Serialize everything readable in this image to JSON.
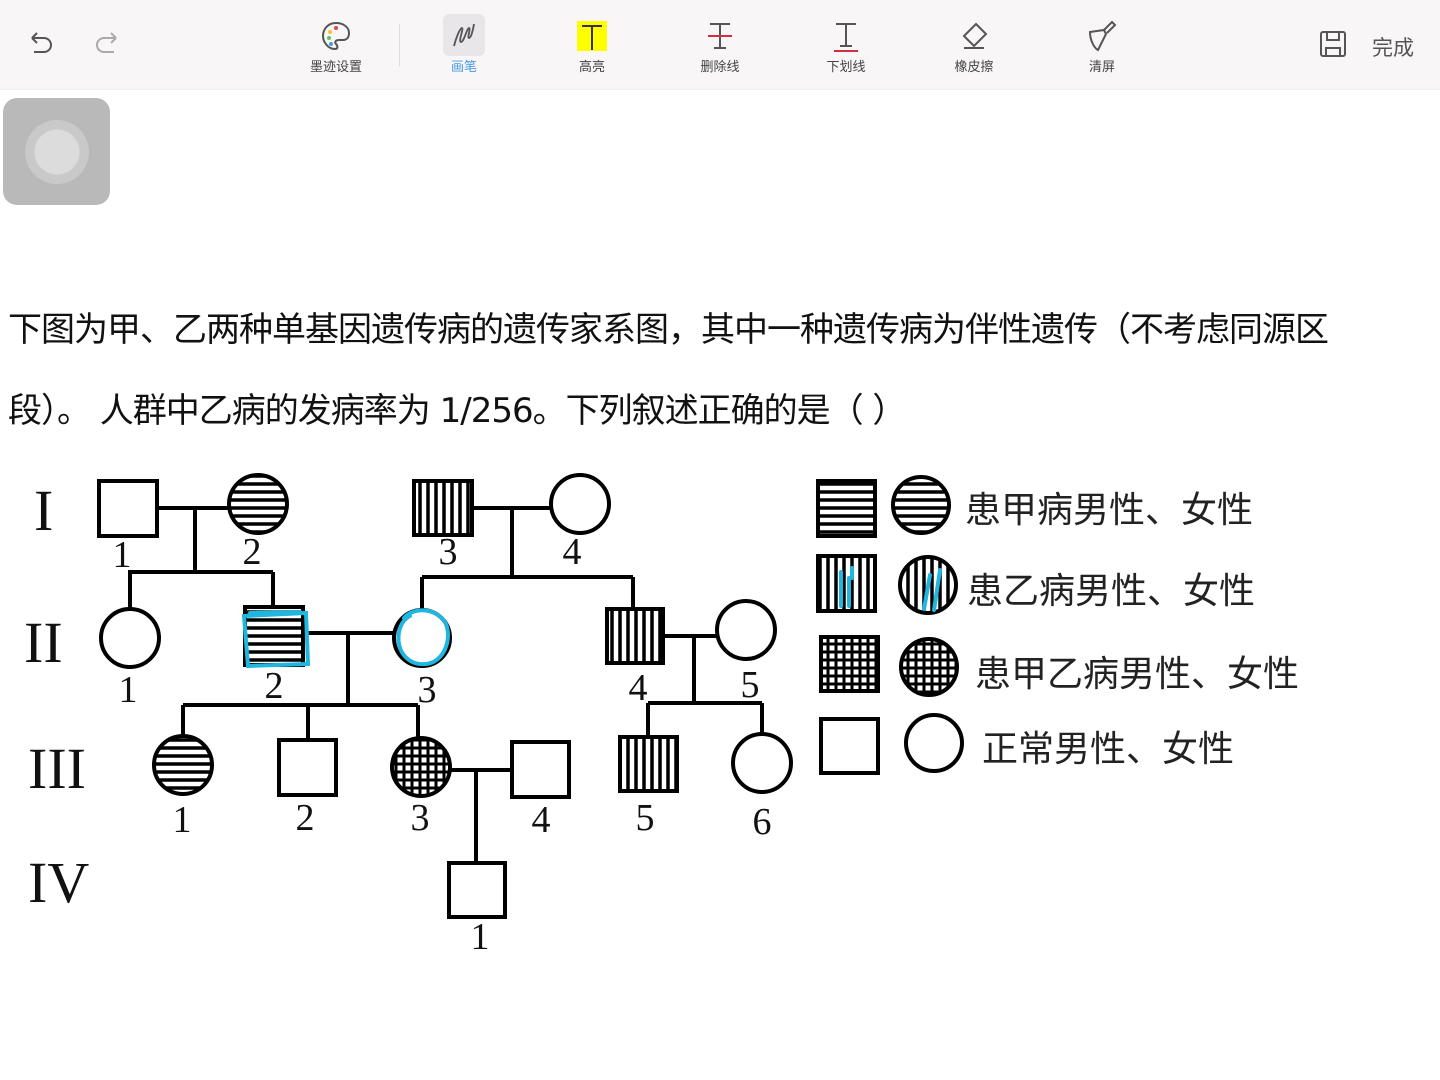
{
  "toolbar": {
    "undo": "undo",
    "redo": "redo",
    "tools": [
      {
        "label": "墨迹设置",
        "icon": "palette-icon"
      },
      {
        "label": "画笔",
        "icon": "pen-icon",
        "active": true
      },
      {
        "label": "高亮",
        "icon": "highlight-icon"
      },
      {
        "label": "删除线",
        "icon": "strikethrough-icon"
      },
      {
        "label": "下划线",
        "icon": "underline-icon"
      },
      {
        "label": "橡皮擦",
        "icon": "eraser-icon"
      },
      {
        "label": "清屏",
        "icon": "clear-screen-icon"
      }
    ],
    "done": "完成",
    "accent": "#4a9ae0",
    "highlight": "#ffff00"
  },
  "question": {
    "line1": "下图为甲、乙两种单基因遗传病的遗传家系图，其中一种遗传病为伴性遗传（不考虑同源区",
    "line2": "段）。 人群中乙病的发病率为  1/256。下列叙述正确的是（       ）"
  },
  "pedigree": {
    "generations": [
      "I",
      "II",
      "III",
      "IV"
    ],
    "labels": {
      "I1": "1",
      "I2": "2",
      "I3": "3",
      "I4": "4",
      "II1": "1",
      "II2": "2",
      "II3": "3",
      "II4": "4",
      "II5": "5",
      "III1": "1",
      "III2": "2",
      "III3": "3",
      "III4": "4",
      "III5": "5",
      "III6": "6",
      "IV1": "1"
    },
    "legend": [
      "患甲病男性、女性",
      "患乙病男性、女性",
      "患甲乙病男性、女性",
      "正常男性、女性"
    ],
    "annotation_color": "#1fb6e0"
  }
}
